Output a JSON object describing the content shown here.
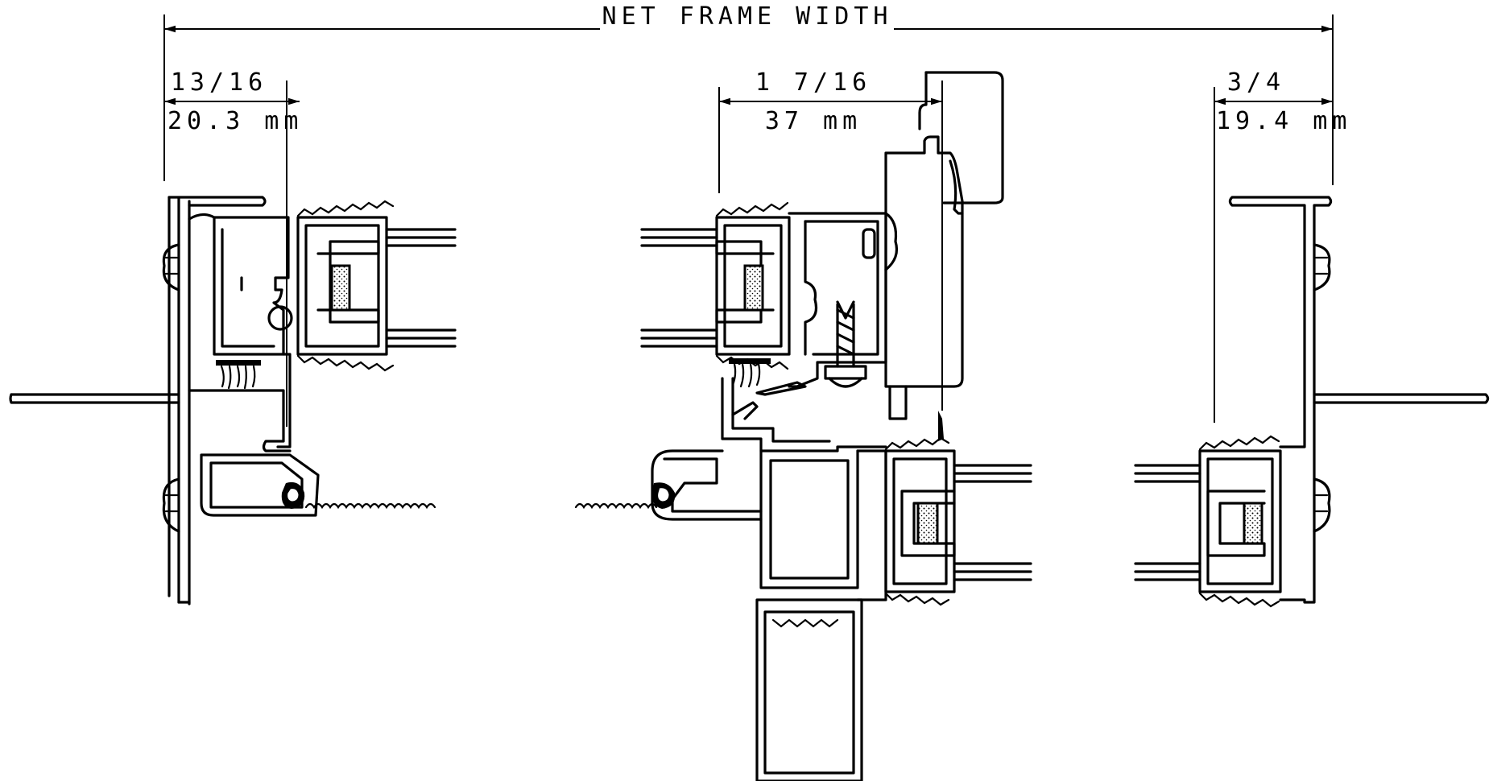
{
  "drawing": {
    "overall_dimension": {
      "label": "NET FRAME WIDTH"
    },
    "left_dimension": {
      "imperial": "13/16",
      "metric": "20.3 mm"
    },
    "center_dimension": {
      "imperial": "1 7/16",
      "metric": "37 mm"
    },
    "right_dimension": {
      "imperial": "3/4",
      "metric": "19.4 mm"
    }
  }
}
